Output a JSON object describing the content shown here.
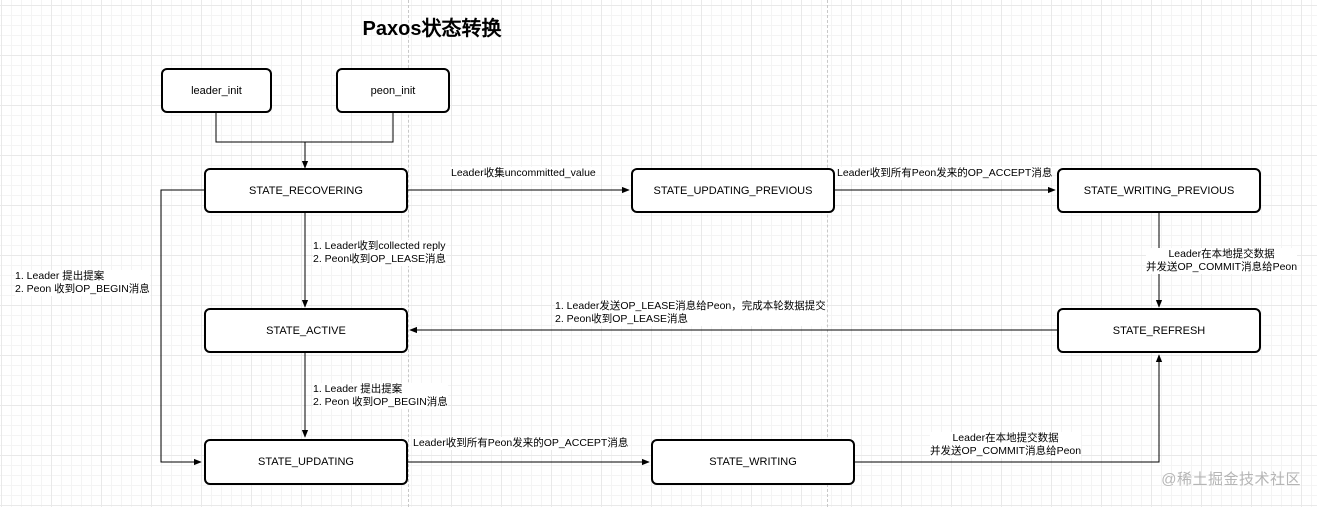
{
  "title": "Paxos状态转换",
  "nodes": {
    "leader_init": "leader_init",
    "peon_init": "peon_init",
    "state_recovering": "STATE_RECOVERING",
    "state_updating_previous": "STATE_UPDATING_PREVIOUS",
    "state_writing_previous": "STATE_WRITING_PREVIOUS",
    "state_active": "STATE_ACTIVE",
    "state_refresh": "STATE_REFRESH",
    "state_updating": "STATE_UPDATING",
    "state_writing": "STATE_WRITING"
  },
  "edge_labels": {
    "recovering_to_updating_previous": "Leader收集uncommitted_value",
    "updating_previous_to_writing_previous": "Leader收到所有Peon发来的OP_ACCEPT消息",
    "writing_previous_to_refresh": [
      "Leader在本地提交数据",
      "并发送OP_COMMIT消息给Peon"
    ],
    "recovering_to_active": [
      "1. Leader收到collected reply",
      "2. Peon收到OP_LEASE消息"
    ],
    "refresh_to_active": [
      "1. Leader发送OP_LEASE消息给Peon，完成本轮数据提交",
      "2. Peon收到OP_LEASE消息"
    ],
    "recovering_to_updating": [
      "1. Leader 提出提案",
      "2. Peon 收到OP_BEGIN消息"
    ],
    "active_to_updating": [
      "1. Leader 提出提案",
      "2. Peon 收到OP_BEGIN消息"
    ],
    "updating_to_writing": "Leader收到所有Peon发来的OP_ACCEPT消息",
    "writing_to_refresh": [
      "Leader在本地提交数据",
      "并发送OP_COMMIT消息给Peon"
    ]
  },
  "watermark": "@稀土掘金技术社区"
}
